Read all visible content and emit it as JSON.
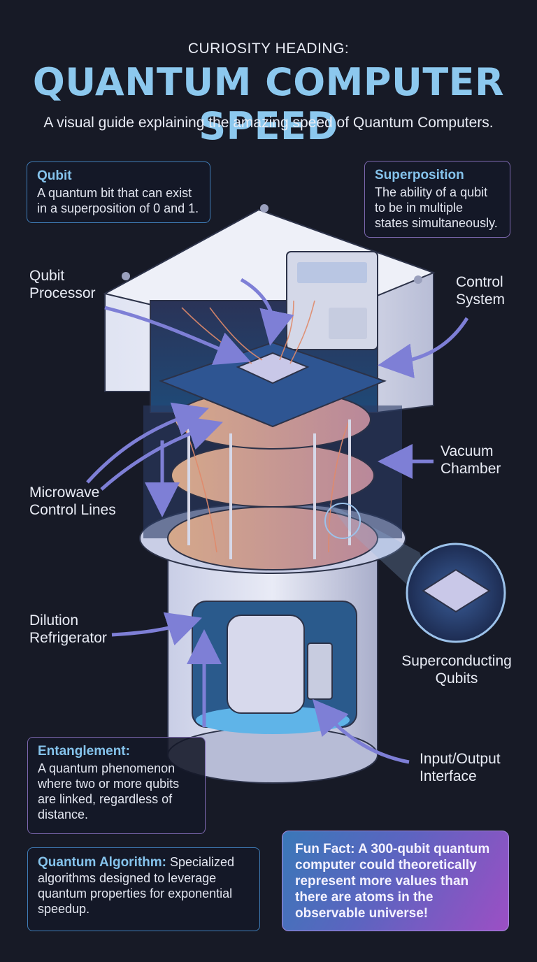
{
  "header": {
    "kicker": "CURIOSITY HEADING:",
    "title": "QUANTUM COMPUTER SPEED",
    "subtitle": "A visual guide explaining the amazing speed of Quantum Computers."
  },
  "definitions": {
    "qubit": {
      "term": "Qubit",
      "text": "A quantum bit that can exist in a superposition of 0 and 1."
    },
    "superposition": {
      "term": "Superposition",
      "text": "The ability of a qubit to be in multiple states simultaneously."
    },
    "entanglement": {
      "term": "Entanglement:",
      "text": "A quantum phenomenon where two or more qubits are linked, regardless of distance."
    },
    "algorithm": {
      "term": "Quantum Algorithm:",
      "text": "Specialized algorithms designed to leverage quantum properties for exponential speedup."
    }
  },
  "callouts": {
    "qubit_processor": "Qubit Processor",
    "control_system": "Control System",
    "vacuum_chamber": "Vacuum Chamber",
    "microwave_lines": "Microwave Control Lines",
    "dilution_refrigerator": "Dilution Refrigerator",
    "superconducting_qubits": "Superconducting Qubits",
    "io_interface": "Input/Output Interface"
  },
  "fun_fact": "Fun Fact: A 300-qubit quantum computer could theoretically represent more values than there are atoms in the observable universe!",
  "colors": {
    "background": "#171a26",
    "title": "#8cc8ee",
    "arrow": "#7e7fd6",
    "box_border_blue": "#3f7db8",
    "box_border_purple": "#7d68b0"
  }
}
